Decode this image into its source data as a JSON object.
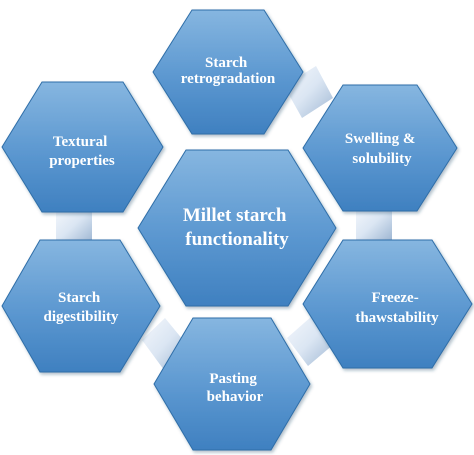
{
  "center": {
    "lines": [
      "Millet starch",
      "functionality"
    ]
  },
  "nodes": [
    {
      "id": "retrogradation",
      "lines": [
        "Starch",
        "retrogradation"
      ]
    },
    {
      "id": "swelling",
      "lines": [
        "Swelling &",
        "solubility"
      ]
    },
    {
      "id": "freeze",
      "lines": [
        "Freeze-",
        "thawstability"
      ]
    },
    {
      "id": "pasting",
      "lines": [
        "Pasting",
        "behavior"
      ]
    },
    {
      "id": "digestibility",
      "lines": [
        "Starch",
        "digestibility"
      ]
    },
    {
      "id": "textural",
      "lines": [
        "Textural",
        "properties"
      ]
    }
  ],
  "colors": {
    "hex_fill_light": "#7fb1de",
    "hex_fill_dark": "#3d7fbf",
    "hex_stroke": "#2f6ea8",
    "connector_light": "#eef3fa",
    "connector_dark": "#a9bfd9",
    "text": "#ffffff"
  }
}
